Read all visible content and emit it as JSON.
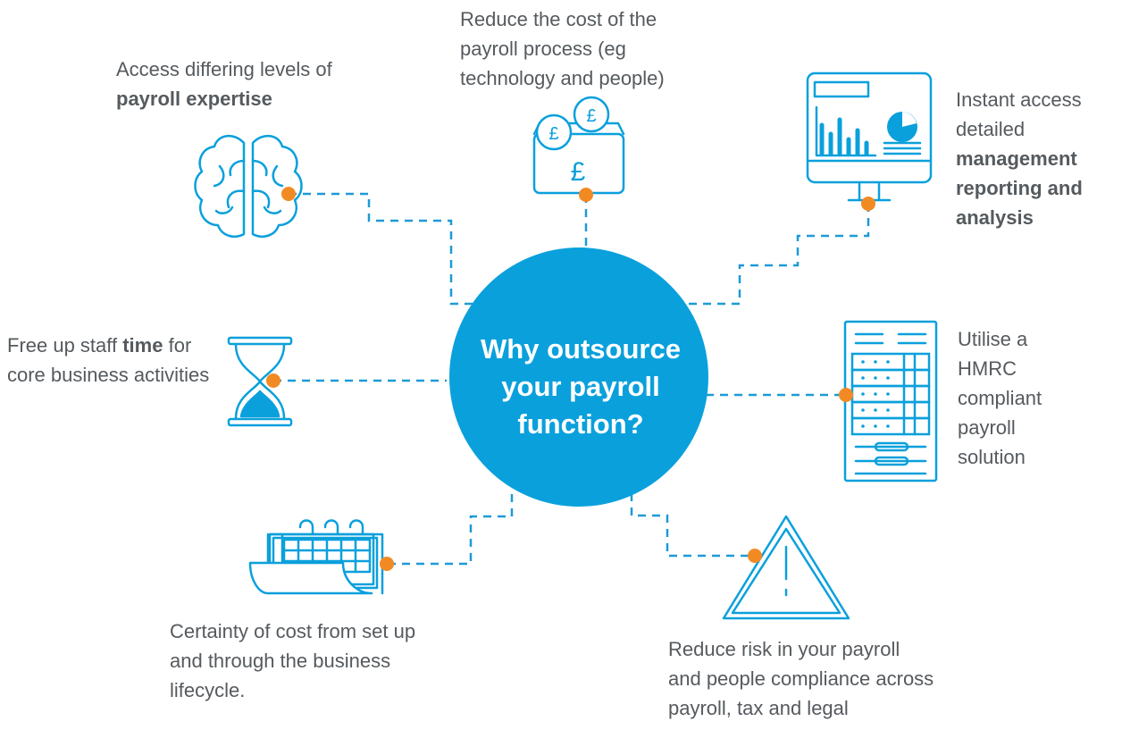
{
  "center": {
    "lines": [
      "Why outsource",
      "your payroll",
      "function?"
    ]
  },
  "benefits": [
    {
      "id": "expertise",
      "icon": "brain-icon",
      "plain": "Access differing levels of",
      "bold": "payroll expertise",
      "after": ""
    },
    {
      "id": "cost",
      "icon": "pound-coins-wallet-icon",
      "plain": "Reduce the cost of the payroll process (eg technology and people)",
      "bold": "",
      "after": ""
    },
    {
      "id": "reporting",
      "icon": "monitor-dashboard-icon",
      "plain": "Instant access detailed",
      "bold": "management reporting and analysis",
      "after": ""
    },
    {
      "id": "time",
      "icon": "hourglass-icon",
      "plain": "Free up staff",
      "bold": "time",
      "after": "for core business activities"
    },
    {
      "id": "hmrc",
      "icon": "server-rack-icon",
      "plain": "Utilise a HMRC compliant payroll solution",
      "bold": "",
      "after": ""
    },
    {
      "id": "certainty",
      "icon": "calendar-icon",
      "plain": "Certainty of cost from set up and through the business lifecycle.",
      "bold": "",
      "after": ""
    },
    {
      "id": "risk",
      "icon": "warning-triangle-icon",
      "plain": "Reduce risk in your payroll and people compliance across payroll, tax and legal",
      "bold": "",
      "after": ""
    }
  ],
  "colors": {
    "primary_blue": "#0aa0dc",
    "connector_blue": "#1e9ad6",
    "dot_orange": "#f28a24",
    "text_gray": "#555a5e",
    "center_text": "#ffffff"
  }
}
